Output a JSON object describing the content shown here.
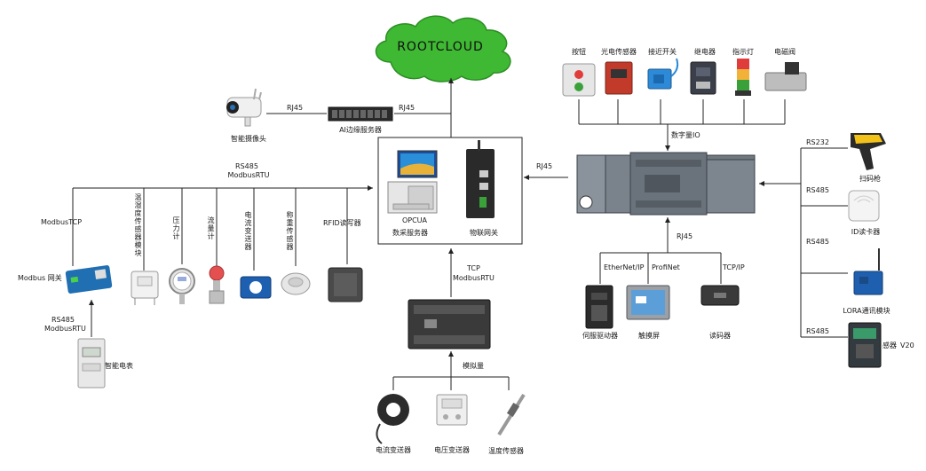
{
  "cloud": {
    "label": "ROOTCLOUD",
    "color": "#3fb833"
  },
  "center_box": {
    "opcua": "OPCUA",
    "server_label": "数采服务器",
    "gateway_label": "物联网关"
  },
  "top": {
    "camera_label": "智能摄像头",
    "edge_server_label": "AI边缘服务器",
    "rj45_left": "RJ45",
    "rj45_right": "RJ45"
  },
  "left_bus": {
    "protocol_line1": "RS485",
    "protocol_line2": "ModbusRTU",
    "modbustcp": "ModbusTCP",
    "gateway_label": "Modbus 网关",
    "rs485_line1": "RS485",
    "rs485_line2": "ModbusRTU",
    "meter_label": "智能电表",
    "sensors": [
      {
        "label": "温湿度传感器模块",
        "icon": "humidity-sensor-icon"
      },
      {
        "label": "压力计",
        "icon": "pressure-gauge-icon"
      },
      {
        "label": "流量计",
        "icon": "flow-meter-icon"
      },
      {
        "label": "电流变送器",
        "icon": "current-transmitter-icon"
      },
      {
        "label": "称重传感器",
        "icon": "load-cell-icon"
      },
      {
        "label": "RFID读写器",
        "icon": "rfid-reader-icon"
      }
    ]
  },
  "bottom": {
    "tcp_line1": "TCP",
    "tcp_line2": "ModbusRTU",
    "analog_label": "模拟量",
    "devices": [
      {
        "label": "电流变送器",
        "icon": "current-clamp-icon"
      },
      {
        "label": "电压变送器",
        "icon": "voltage-transmitter-icon"
      },
      {
        "label": "温度传感器",
        "icon": "temperature-probe-icon"
      }
    ]
  },
  "plc": {
    "rj45_to_center": "RJ45",
    "digital_io": "数字量IO",
    "rj45_down": "RJ45",
    "io_devices": [
      {
        "label": "按钮",
        "icon": "push-button-icon"
      },
      {
        "label": "光电传感器",
        "icon": "photoelectric-sensor-icon"
      },
      {
        "label": "接近开关",
        "icon": "proximity-switch-icon"
      },
      {
        "label": "继电器",
        "icon": "relay-icon"
      },
      {
        "label": "指示灯",
        "icon": "signal-tower-icon"
      },
      {
        "label": "电磁阀",
        "icon": "solenoid-valve-icon"
      }
    ],
    "ethernet_ip": "EtherNet/IP",
    "profinet": "ProfiNet",
    "tcp_ip": "TCP/IP",
    "down_devices": [
      {
        "label": "伺服驱动器",
        "icon": "servo-drive-icon"
      },
      {
        "label": "触摸屏",
        "icon": "touch-screen-icon"
      },
      {
        "label": "读码器",
        "icon": "code-reader-icon"
      }
    ]
  },
  "right": {
    "rs232": "RS232",
    "scanner_label": "扫码枪",
    "rs485_1": "RS485",
    "id_reader_label": "ID读卡器",
    "rs485_2": "RS485",
    "lora_label": "LORA通讯模块",
    "rs485_3": "RS485",
    "inverter_label": "感器",
    "inverter_model": "V20"
  }
}
